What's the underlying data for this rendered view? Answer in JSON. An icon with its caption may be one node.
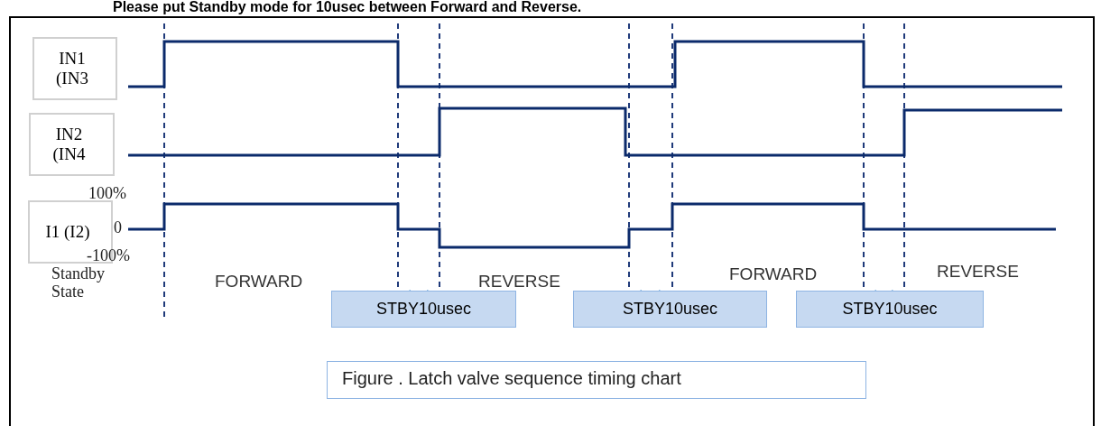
{
  "diagram": {
    "title": "Please put Standby mode for 10usec between Forward and Reverse.",
    "caption": "Figure . Latch valve sequence timing chart",
    "nodes": [
      {
        "text": [
          "IN1 (IN3"
        ]
      },
      {
        "text": [
          "IN2 (IN4"
        ]
      },
      {
        "text": [
          "I1 (I2)"
        ]
      },
      {
        "text": [
          "STBY10usec"
        ]
      },
      {
        "text": [
          "STBY10usec"
        ]
      },
      {
        "text": [
          "STBY10usec"
        ]
      }
    ],
    "labels": [
      "100%",
      "0",
      "-100%",
      "Standby State",
      "FORWARD",
      "REVERSE",
      "FORWARD",
      "REVERSE"
    ]
  }
}
